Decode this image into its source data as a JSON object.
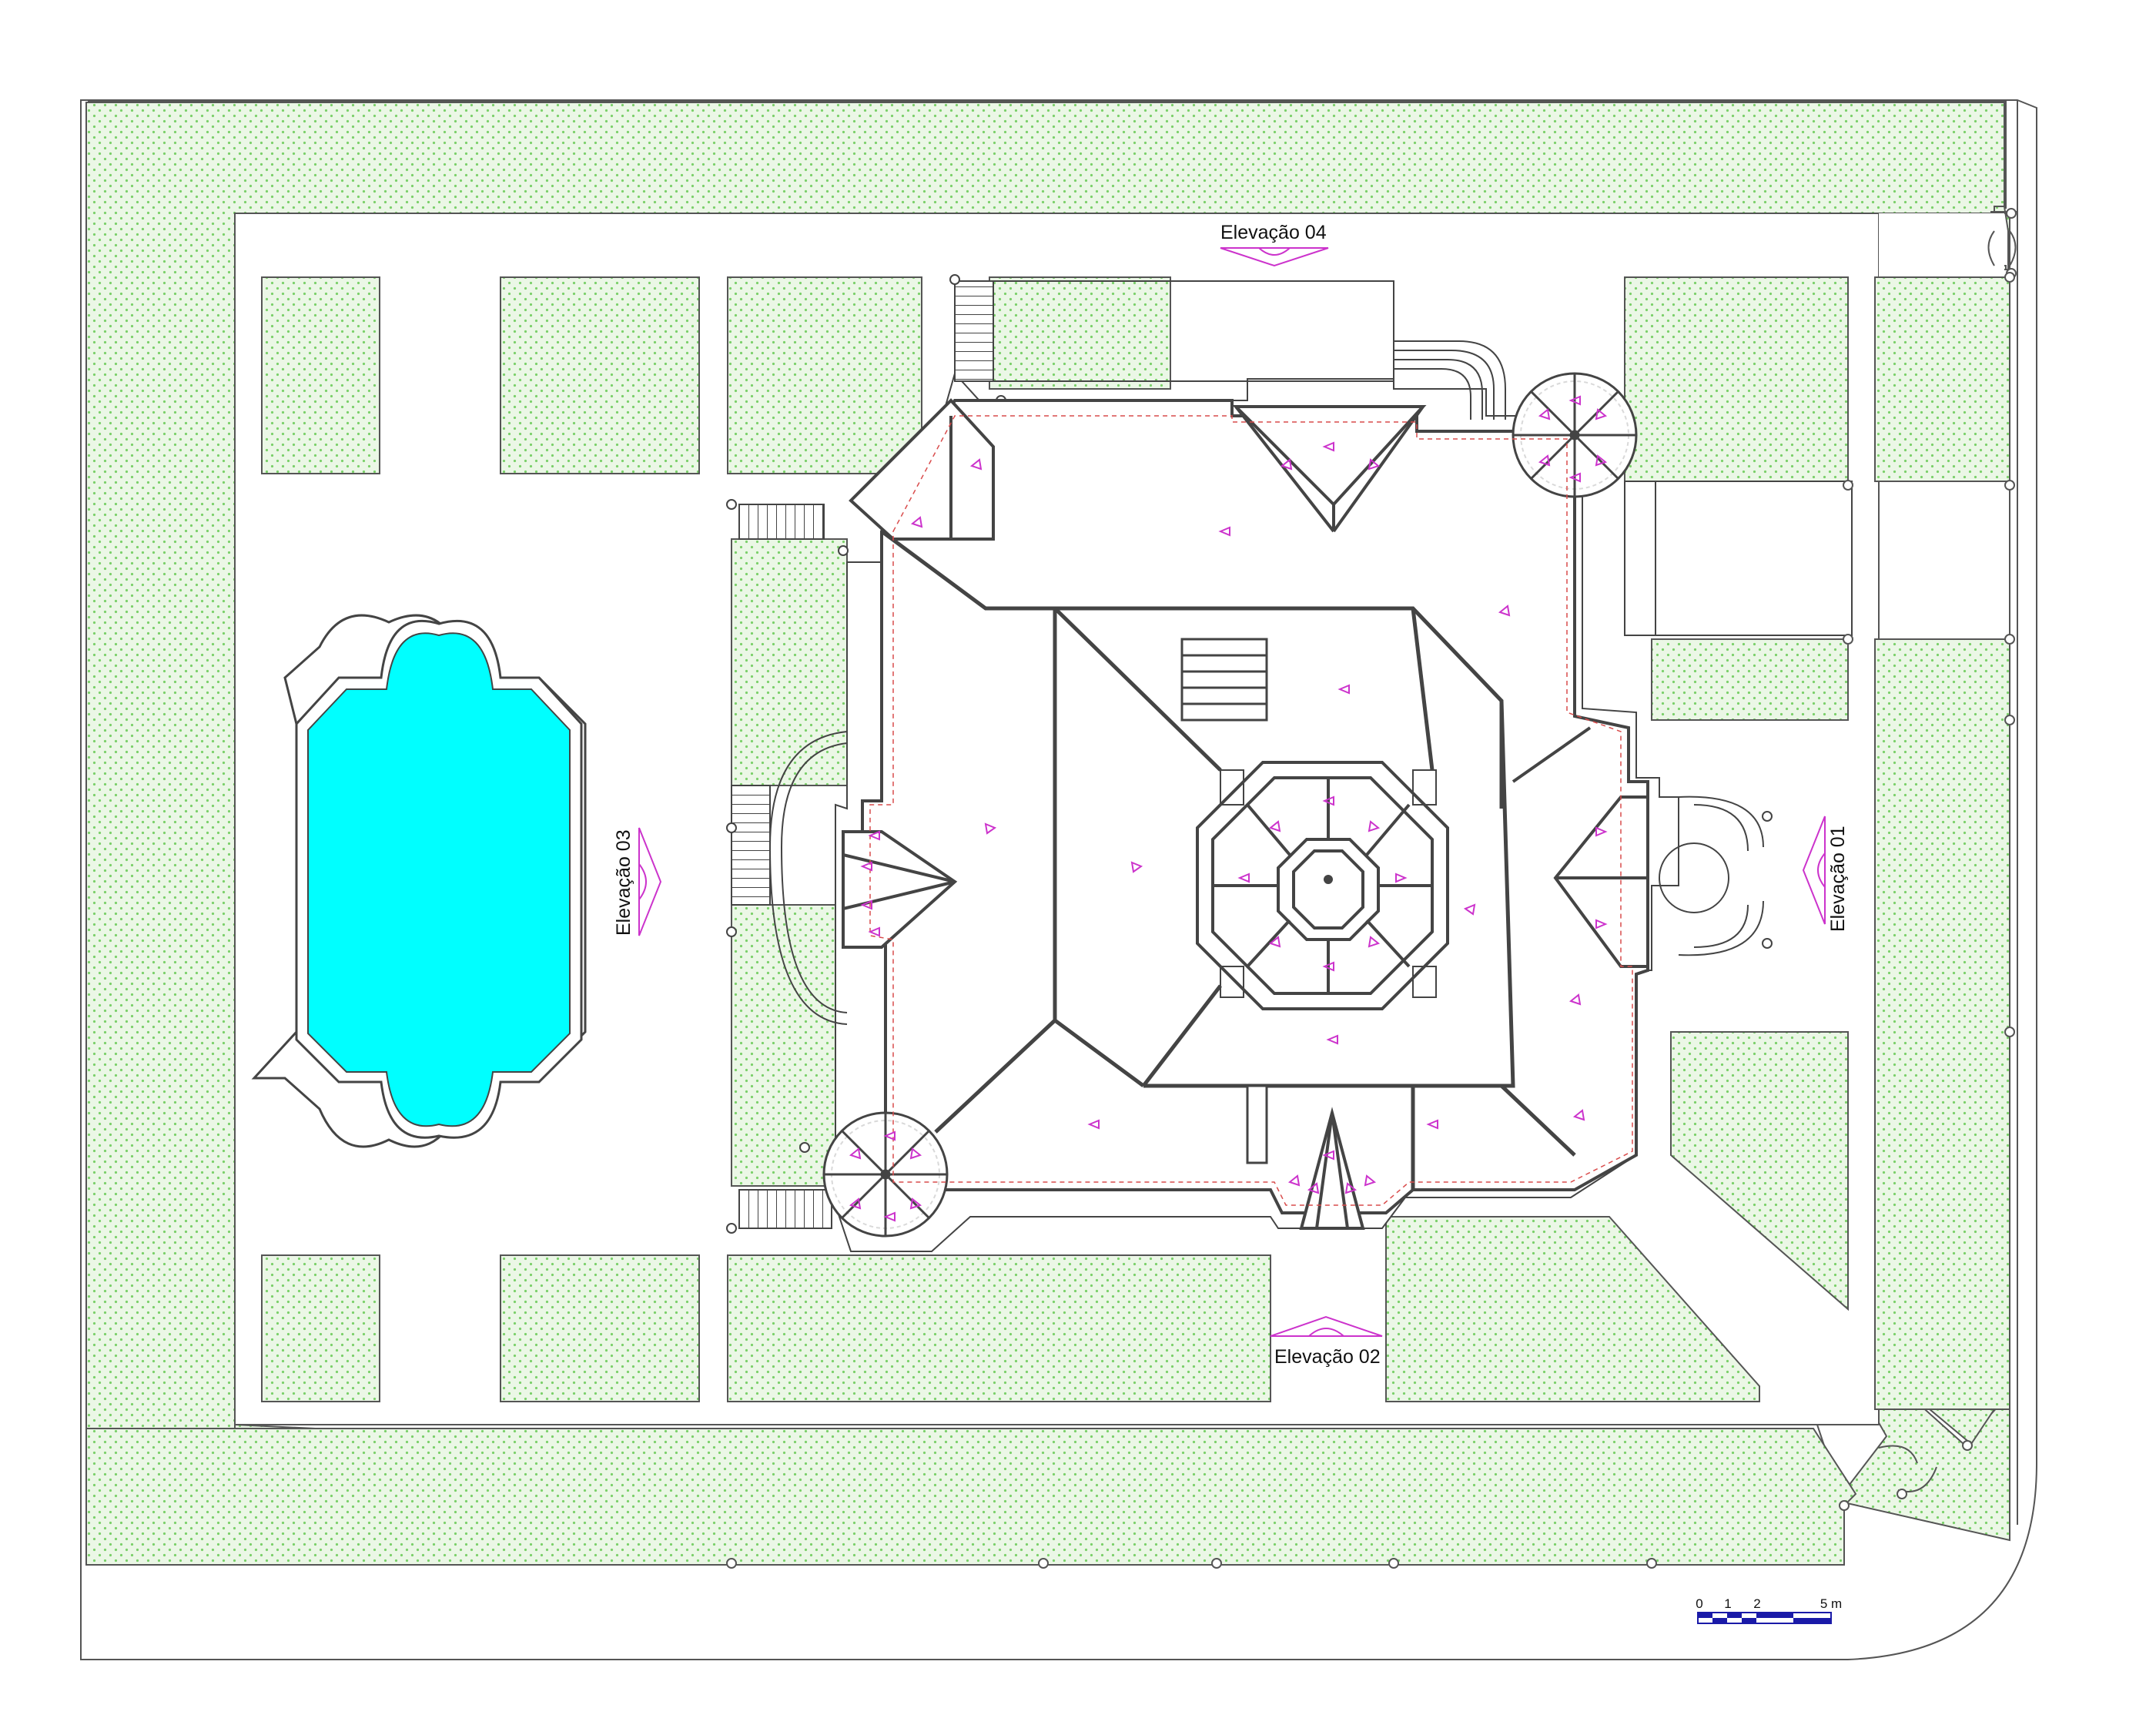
{
  "elevations": {
    "north": "Elevação 04",
    "south": "Elevação 02",
    "west": "Elevação 03",
    "east": "Elevação 01"
  },
  "scale_bar": {
    "ticks": [
      "0",
      "1",
      "2",
      "5 m"
    ]
  },
  "colors": {
    "garden_fill": "#e9f6e3",
    "garden_dot": "#7bd06a",
    "pool_water": "#00ffff",
    "roof_line": "#444444",
    "elevation_marker": "#cc33cc",
    "scale_blue": "#1a1aa8"
  },
  "icons": {
    "elevation_marker": "elevation-arrow-icon",
    "slope_arrow": "roof-slope-arrow-icon"
  }
}
